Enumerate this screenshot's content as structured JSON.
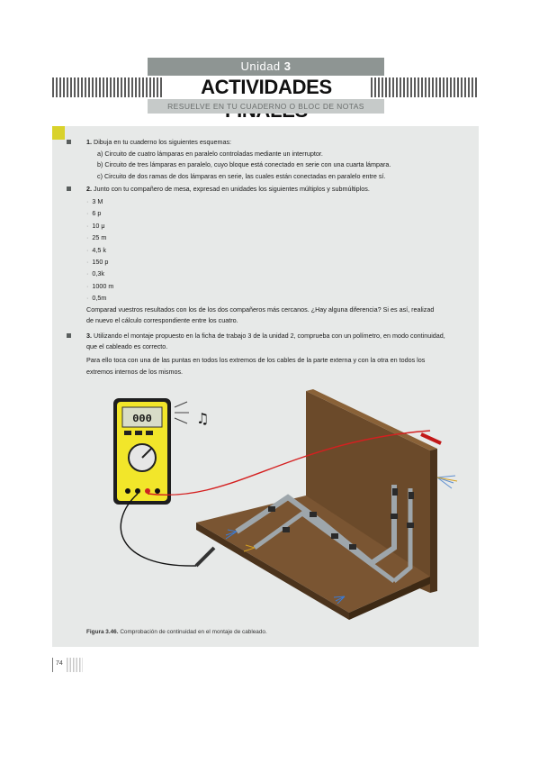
{
  "header": {
    "unit_label": "Unidad",
    "unit_number": "3",
    "title": "ACTIVIDADES FINALES",
    "subtitle": "RESUELVE EN TU CUADERNO O BLOC DE NOTAS"
  },
  "questions": {
    "q1": {
      "number": "1.",
      "text": "Dibuja en tu cuaderno los siguientes esquemas:",
      "items": [
        "a)  Circuito de cuatro lámparas en paralelo controladas mediante un interruptor.",
        "b)  Circuito de tres lámparas en paralelo, cuyo bloque está conectado en serie con una cuarta lámpara.",
        "c)  Circuito de dos ramas de dos lámparas en serie, las cuales están conectadas en paralelo entre sí."
      ]
    },
    "q2": {
      "number": "2.",
      "text": "Junto con tu compañero de mesa, expresad en unidades los siguientes múltiplos y submúltiplos.",
      "values": [
        "3 M",
        "6 p",
        "10 μ",
        "25 m",
        "4,5 k",
        "150 p",
        "0,3k",
        "1000 m",
        "0,5m"
      ],
      "after_1": "Comparad vuestros resultados con los de los dos compañeros más cercanos. ¿Hay alguna diferencia? Si es así, realizad",
      "after_2": "de nuevo el cálculo correspondiente entre los cuatro."
    },
    "q3": {
      "number": "3.",
      "line1": "Utilizando el montaje propuesto en la ficha de trabajo 3 de la unidad 2, comprueba con un polímetro, en modo continuidad,",
      "line2": "que el cableado es correcto.",
      "line3": "Para ello toca con una de las puntas en todos los extremos de los cables de la parte externa y con la otra en todos los",
      "line4": "extremos internos de los mismos."
    }
  },
  "figure": {
    "display": "000",
    "caption_label": "Figura 3.46.",
    "caption_text": "Comprobación de continuidad en el montaje de cableado."
  },
  "footer": {
    "page_number": "74"
  },
  "colors": {
    "panel": "#e7e9e8",
    "accent_yellow": "#d9d22b",
    "header_gray": "#8e9593",
    "wood": "#6b4a2a",
    "meter_yellow": "#f2e62a",
    "probe_red": "#d42020"
  }
}
